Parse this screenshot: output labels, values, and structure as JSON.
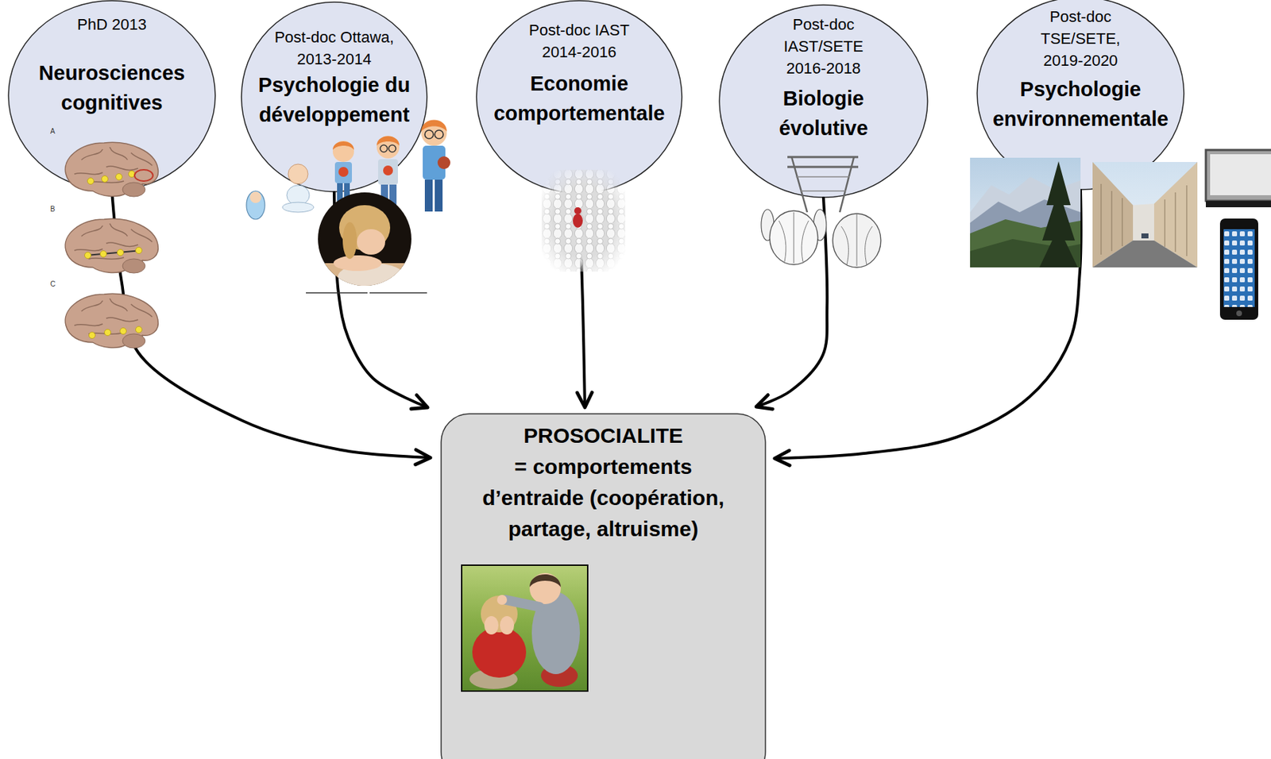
{
  "diagram": {
    "nodes": [
      {
        "text": [
          "PhD 2013",
          "Neurosciences cognitives"
        ]
      },
      {
        "text": [
          "Post-doc Ottawa, 2013-2014",
          "Psychologie du développement"
        ]
      },
      {
        "text": [
          "Post-doc IAST 2014-2016",
          "Economie comportementale"
        ]
      },
      {
        "text": [
          "Post-doc IAST/SETE 2016-2018",
          "Biologie évolutive"
        ]
      },
      {
        "text": [
          "Post-doc TSE/SETE, 2019-2020",
          "Psychologie environnementale"
        ]
      },
      {
        "text": [
          "PROSOCIALITE",
          "= comportements d’entraide (coopération, partage, altruisme)"
        ]
      }
    ],
    "edges": [
      {
        "from": 0,
        "to": 5,
        "arrow": "to"
      },
      {
        "from": 1,
        "to": 5,
        "arrow": "to"
      },
      {
        "from": 2,
        "to": 5,
        "arrow": "to"
      },
      {
        "from": 3,
        "to": 5,
        "arrow": "to"
      },
      {
        "from": 4,
        "to": 5,
        "arrow": "to"
      }
    ],
    "labels": [
      "A",
      "B",
      "C"
    ]
  }
}
